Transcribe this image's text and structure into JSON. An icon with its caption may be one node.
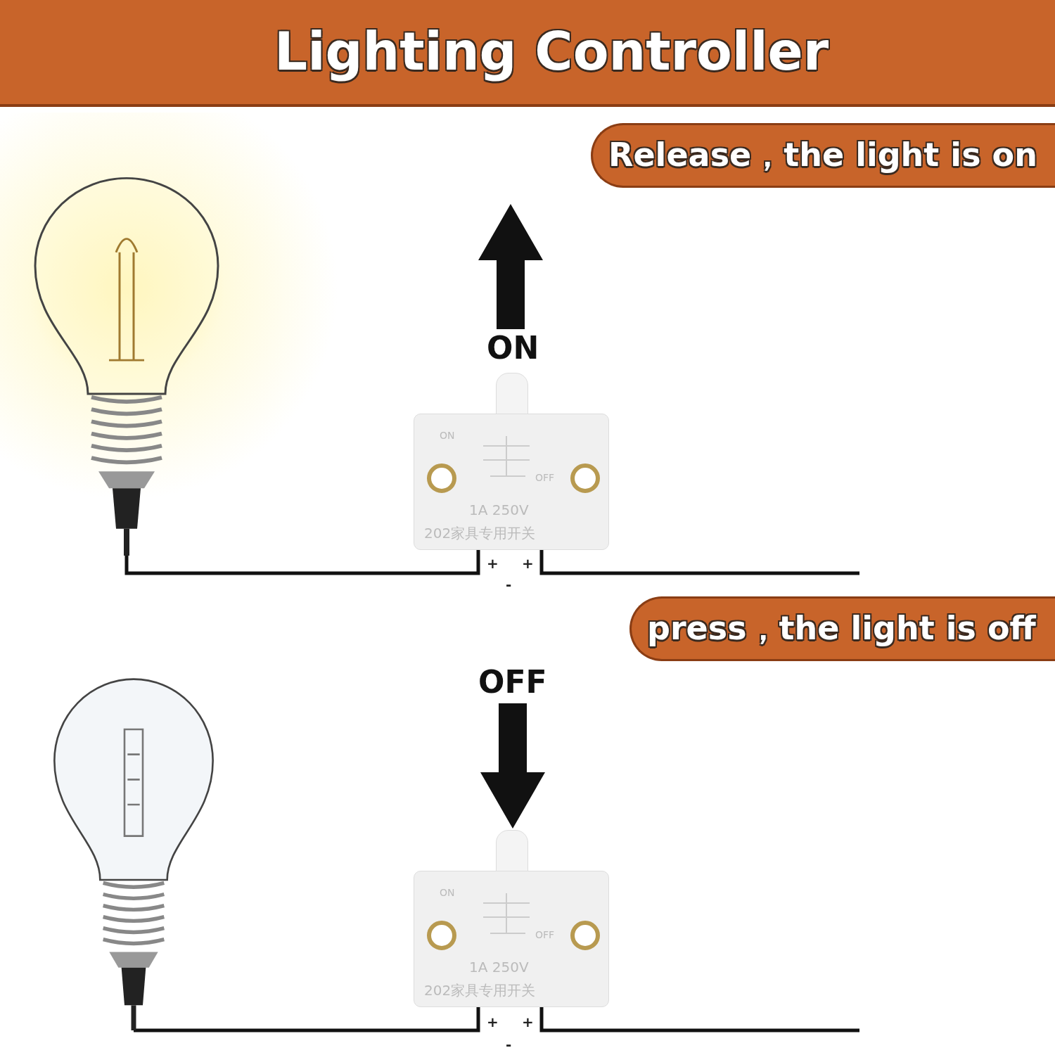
{
  "diagram": {
    "title": "Lighting Controller",
    "nodes": [
      {
        "text": [
          "Release，the light is on"
        ]
      },
      {
        "text": [],
        "shape": "picture"
      },
      {
        "text": [
          "ON",
          "OFF",
          "1A 250V",
          "202家具专用开关"
        ]
      },
      {
        "text": [
          "press，the light is off"
        ]
      },
      {
        "text": [],
        "shape": "picture"
      },
      {
        "text": [
          "ON",
          "OFF",
          "1A 250V",
          "202家具专用开关"
        ]
      }
    ],
    "edges": [
      {
        "from": 1,
        "to": 2,
        "arrow": "none"
      },
      {
        "from": 2,
        "to": null,
        "arrow": "none"
      },
      {
        "from": 4,
        "to": 5,
        "arrow": "none"
      },
      {
        "from": 5,
        "to": null,
        "arrow": "none"
      }
    ],
    "labels": [
      "ON",
      "+",
      "+",
      "-",
      "OFF",
      "+",
      "+",
      "-"
    ]
  }
}
